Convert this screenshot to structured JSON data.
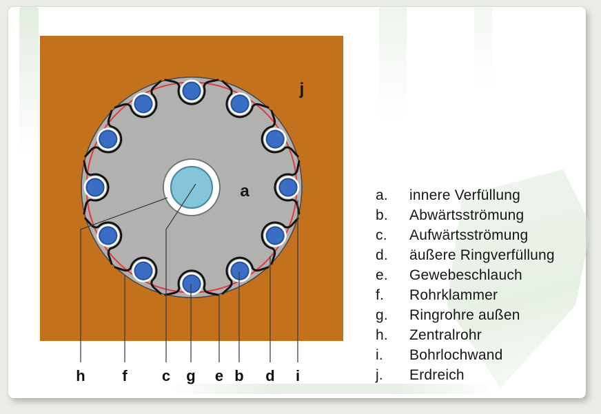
{
  "figure": {
    "label_a": "a",
    "label_j": "j",
    "callouts": [
      "h",
      "f",
      "c",
      "g",
      "e",
      "b",
      "d",
      "i"
    ]
  },
  "legend": {
    "items": [
      {
        "key": "a.",
        "label": "innere Verfüllung"
      },
      {
        "key": "b.",
        "label": "Abwärtsströmung"
      },
      {
        "key": "c.",
        "label": "Aufwärtsströmung"
      },
      {
        "key": "d.",
        "label": "äußere Ringverfüllung"
      },
      {
        "key": "e.",
        "label": "Gewebeschlauch"
      },
      {
        "key": "f.",
        "label": "Rohrklammer"
      },
      {
        "key": "g.",
        "label": "Ringrohre außen"
      },
      {
        "key": "h.",
        "label": "Zentralrohr"
      },
      {
        "key": "i.",
        "label": "Bohrlochwand"
      },
      {
        "key": "j.",
        "label": "Erdreich"
      }
    ]
  },
  "colors": {
    "soil_orange": "#c4711e",
    "grout_gray": "#b1b1b0",
    "sleeve_red": "#df3a3c",
    "ring_pipe_blue": "#3a6ec5",
    "ring_pipe_blue_border": "#27569d",
    "central_pipe_blue": "#85c5da",
    "central_pipe_border": "#4d89a4",
    "clamp_black": "#131313",
    "background_green_tint": "#d9e6d6"
  }
}
